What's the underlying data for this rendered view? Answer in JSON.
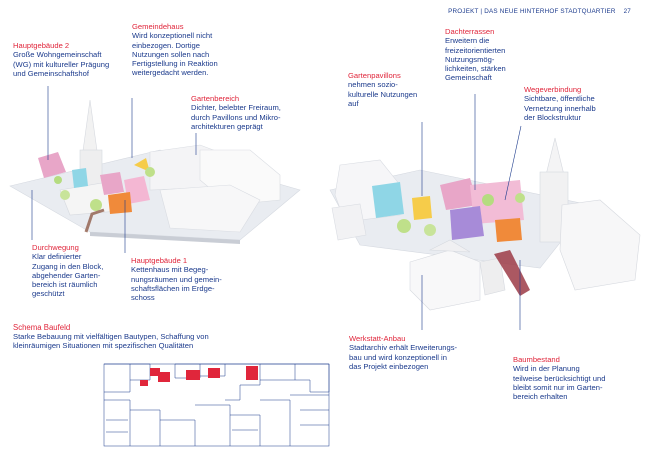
{
  "header": {
    "running_title": "PROJEKT | DAS NEUE HINTERHOF STADTQUARTIER",
    "page_number": "27"
  },
  "left_labels": [
    {
      "title": "Hauptgebäude 2",
      "body": "Große Wohngemeinschaft\n(WG) mit kultureller Prägung\nund Gemeinschaftshof"
    },
    {
      "title": "Gemeindehaus",
      "body": "Wird konzeptionell nicht\neinbezogen. Dortige\nNutzungen sollen nach\nFertigstellung in Reaktion\nweitergedacht werden."
    },
    {
      "title": "Gartenbereich",
      "body": "Dichter, belebter Freiraum,\ndurch Pavillons und Mikro-\narchitekturen geprägt"
    },
    {
      "title": "Durchwegung",
      "body": "Klar definierter\nZugang in den Block,\nabgehender Garten-\nbereich ist räumlich\ngeschützt"
    },
    {
      "title": "Hauptgebäude 1",
      "body": "Kettenhaus mit Begeg-\nnungsräumen und gemein-\nschaftsflächen im Erdge-\nschoss"
    }
  ],
  "right_labels": [
    {
      "title": "Dachterrassen",
      "body": "Erweitern die\nfreizeitorientierten\nNutzungsmög-\nlichkeiten, stärken\nGemeinschaft"
    },
    {
      "title": "Gartenpavillons",
      "body": "nehmen sozio-\nkulturelle Nutzungen\nauf"
    },
    {
      "title": "Wegeverbindung",
      "body": "Sichtbare, öffentliche\nVernetzung innerhalb\nder Blockstruktur"
    },
    {
      "title": "Werkstatt-Anbau",
      "body": "Stadtarchiv erhält Erweiterungs-\nbau und wird konzeptionell in\ndas Projekt einbezogen"
    },
    {
      "title": "Baumbestand",
      "body": "Wird in der Planung\nteilweise berücksichtigt und\nbleibt somit nur im Garten-\nbereich erhalten"
    }
  ],
  "schema": {
    "title": "Schema Baufeld",
    "body": "Starke Bebauung mit vielfältigen Bautypen, Schaffung von\nkleinräumigen Situationen mit spezifischen Qualitäten"
  },
  "colors": {
    "accent_red": "#e0263b",
    "text_blue": "#1b3a8c",
    "model_white": "#f2f2f2",
    "model_shadow": "#cfd3da",
    "pink": "#e8a6c8",
    "orange": "#f08a3a",
    "cyan": "#8fd6e6",
    "green": "#bfe08a"
  }
}
